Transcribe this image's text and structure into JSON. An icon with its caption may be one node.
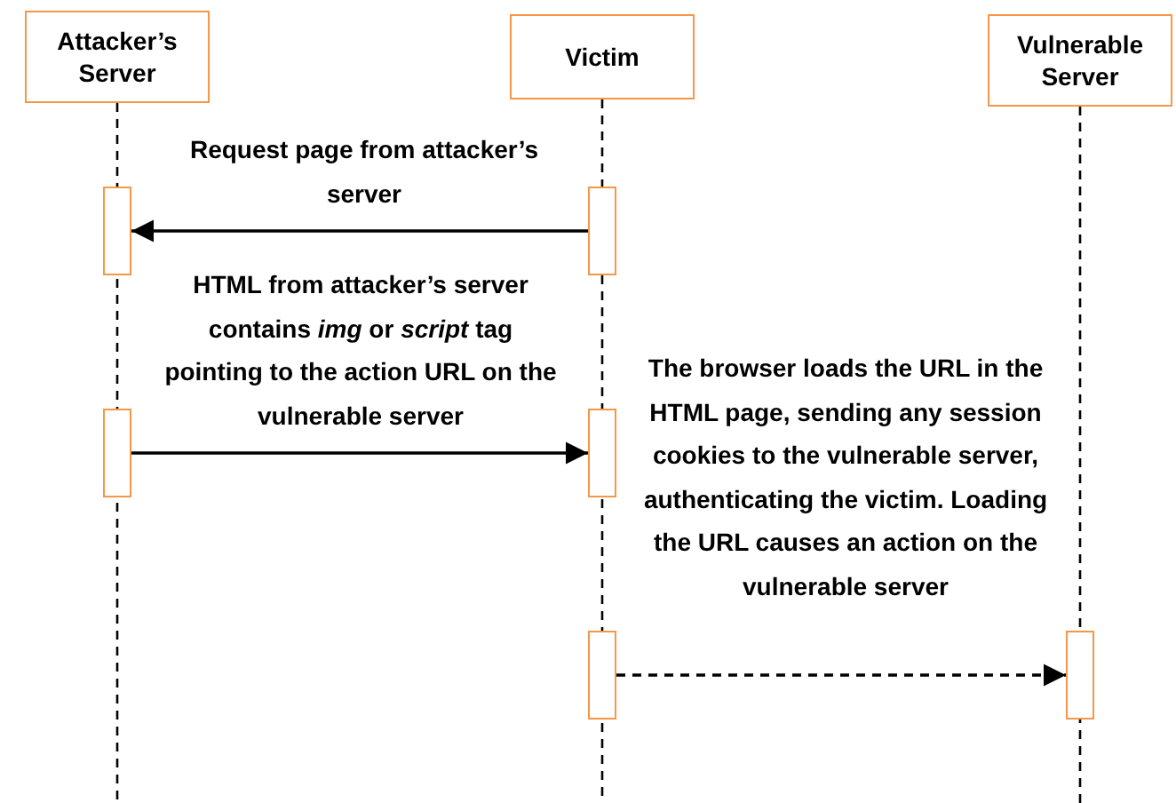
{
  "diagram": {
    "nodes": [
      {
        "text": [
          "Attacker’s Server"
        ]
      },
      {
        "text": [
          "Victim"
        ]
      },
      {
        "text": [
          "Vulnerable Server"
        ]
      },
      {
        "text": [],
        "shape": "bar"
      },
      {
        "text": [],
        "shape": "bar"
      },
      {
        "text": [],
        "shape": "bar"
      },
      {
        "text": [],
        "shape": "bar"
      },
      {
        "text": [],
        "shape": "bar"
      },
      {
        "text": [],
        "shape": "bar"
      }
    ],
    "edges": [
      {
        "from": 4,
        "to": 3,
        "arrow": "to",
        "label": "Request page from attacker’s server"
      },
      {
        "from": 5,
        "to": 6,
        "arrow": "to",
        "label": "HTML from attacker’s server contains *img* or *script* tag pointing to the action URL on the vulnerable server"
      },
      {
        "from": 7,
        "to": 8,
        "arrow": "to",
        "style": "dashed",
        "label": "The browser loads the URL in the HTML page, sending any session cookies to the vulnerable server, authenticating the victim. Loading the URL causes an action on the vulnerable server"
      }
    ]
  }
}
